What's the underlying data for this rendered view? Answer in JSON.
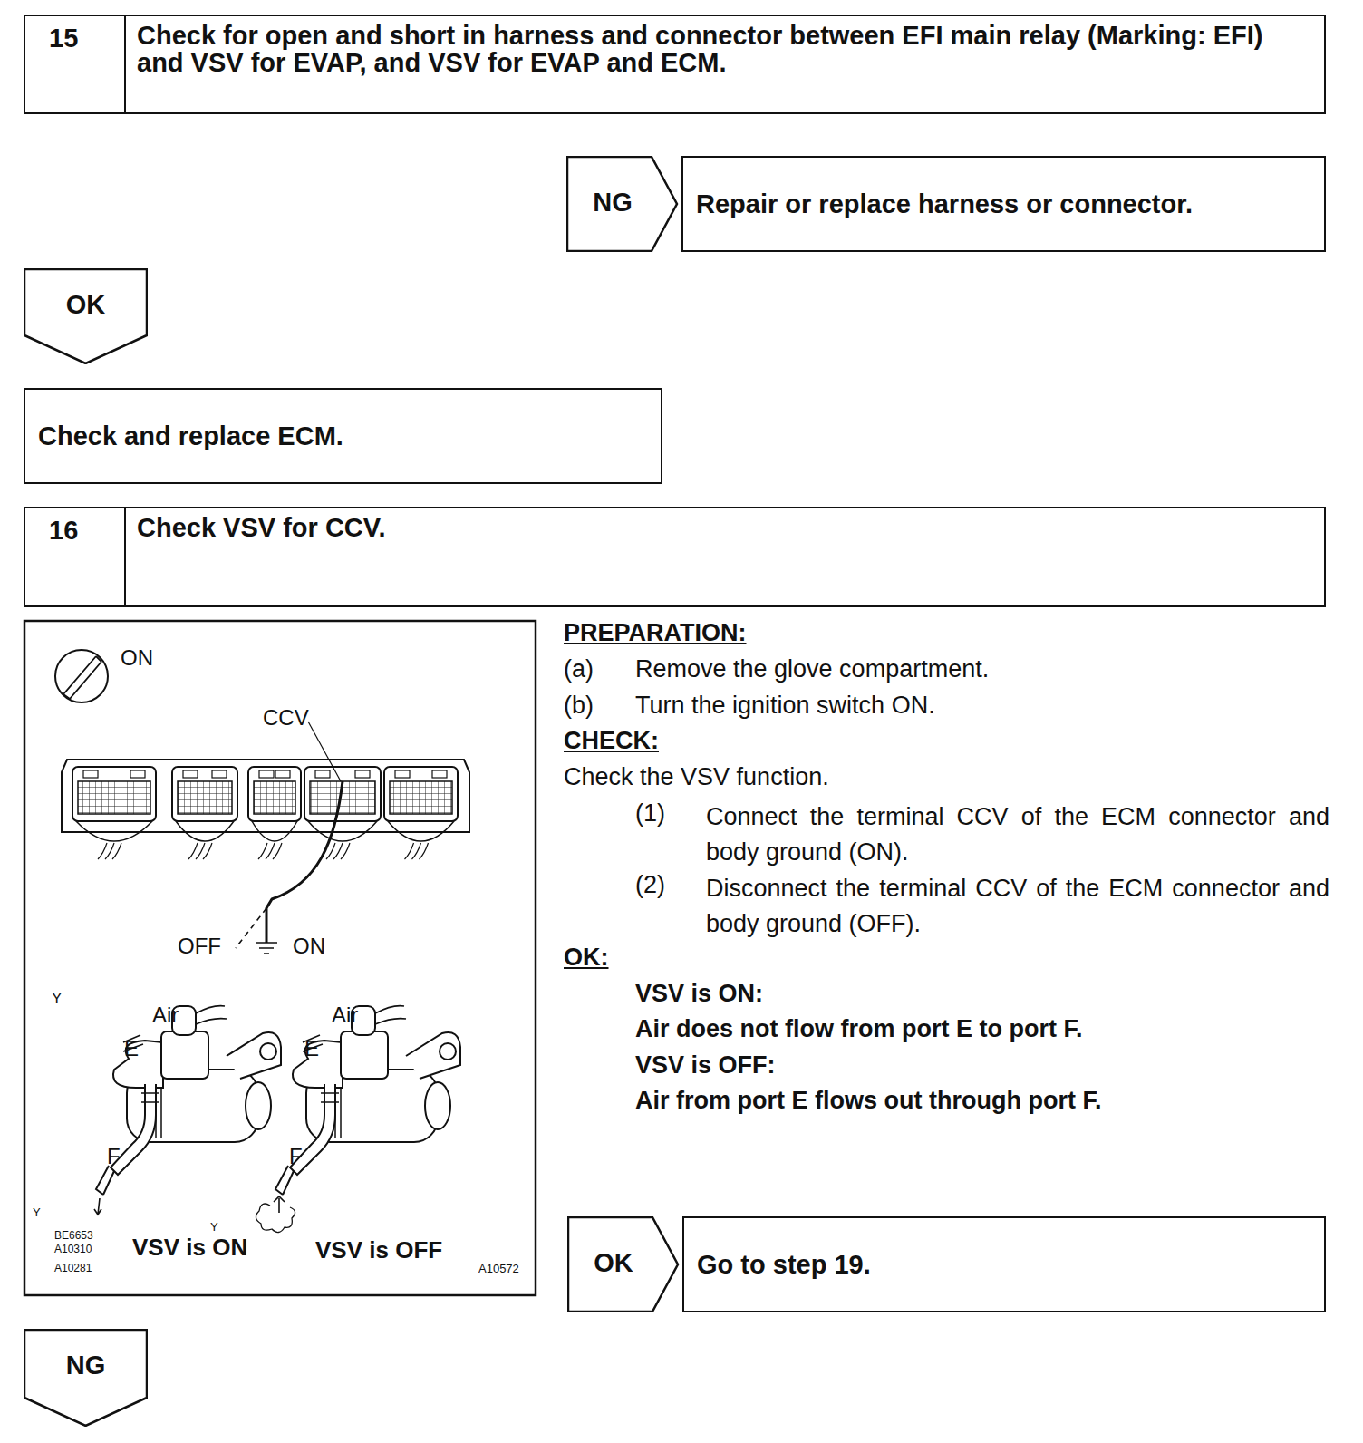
{
  "diagram": {
    "nodes": [
      {
        "text": [
          "15",
          "Check for open and short in harness and connector between EFI main relay (Marking: EFI) and VSV for EVAP, and VSV for EVAP and ECM."
        ]
      },
      {
        "text": [
          "NG"
        ]
      },
      {
        "text": [
          "Repair or replace harness or connector."
        ]
      },
      {
        "text": [
          "OK"
        ]
      },
      {
        "text": [
          "Check and replace ECM."
        ]
      },
      {
        "text": [
          "16",
          "Check VSV for CCV."
        ]
      },
      {
        "text": [
          "OK"
        ]
      },
      {
        "text": [
          "Go to step 19."
        ]
      },
      {
        "text": [
          "NG"
        ]
      }
    ],
    "labels": [
      "ON",
      "CCV",
      "OFF",
      "ON",
      "Y",
      "Air",
      "E",
      "F",
      "Air",
      "E",
      "F",
      "Y",
      "Y",
      "BE6653",
      "A10310",
      "A10281",
      "VSV is ON",
      "VSV is OFF",
      "A10572",
      "PREPARATION:",
      "(a)",
      "Remove the glove compartment.",
      "(b)",
      "Turn the ignition switch ON.",
      "CHECK:",
      "Check the VSV function.",
      "(1)",
      "Connect the terminal CCV of the ECM connector and body ground (ON).",
      "(2)",
      "Disconnect the terminal CCV of the ECM connector and body ground (OFF).",
      "OK:",
      "VSV is ON:",
      "Air does not flow from port E to port F.",
      "VSV is OFF:",
      "Air from port E flows out through port F."
    ]
  }
}
